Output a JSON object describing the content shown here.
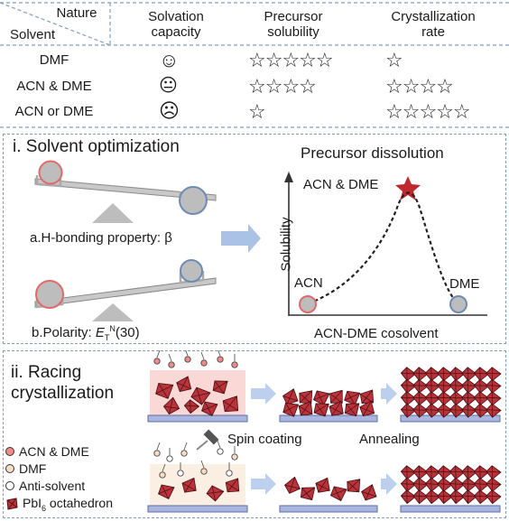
{
  "table": {
    "corner_top": "Nature",
    "corner_bottom": "Solvent",
    "headers": [
      "Solvation\ncapacity",
      "Precursor\nsolubility",
      "Crystallization\nrate"
    ],
    "rows": [
      {
        "label": "DMF",
        "face": "☺",
        "solubility": "☆☆☆☆☆",
        "rate": "☆"
      },
      {
        "label": "ACN & DME",
        "face": "😐",
        "solubility": "☆☆☆☆",
        "rate": "☆☆☆☆"
      },
      {
        "label": "ACN or DME",
        "face": "☹",
        "solubility": "☆",
        "rate": "☆☆☆☆☆"
      }
    ]
  },
  "panel_i": {
    "title": "i.  Solvent optimization",
    "label_a": "a.H-bonding property: β",
    "label_b_prefix": "b.Polarity: ",
    "label_b_symbol": "E",
    "label_b_sub": "T",
    "label_b_sup": "N",
    "label_b_suffix": "(30)",
    "graph_title": "Precursor dissolution",
    "peak_label": "ACN & DME",
    "left_label": "ACN",
    "right_label": "DME",
    "y_axis": "Solubility",
    "x_axis": "ACN-DME cosolvent"
  },
  "panel_ii": {
    "title_line1": "ii.  Racing",
    "title_line2": "crystallization",
    "step1": "Spin coating",
    "step2": "Annealing",
    "legend": [
      {
        "label": "ACN & DME",
        "color": "#f08a8a"
      },
      {
        "label": "DMF",
        "color": "#f7dcc4"
      },
      {
        "label": "Anti-solvent",
        "color": "#ffffff"
      }
    ],
    "legend_pbi_prefix": "PbI",
    "legend_pbi_sub": "6",
    "legend_pbi_suffix": " octahedron"
  },
  "colors": {
    "accent_red": "#c0282d",
    "octa": "#b8333a",
    "blue_frame": "#7f9cc0",
    "substrate": "#a9b6e0",
    "arrow": "#8fb0dd"
  }
}
